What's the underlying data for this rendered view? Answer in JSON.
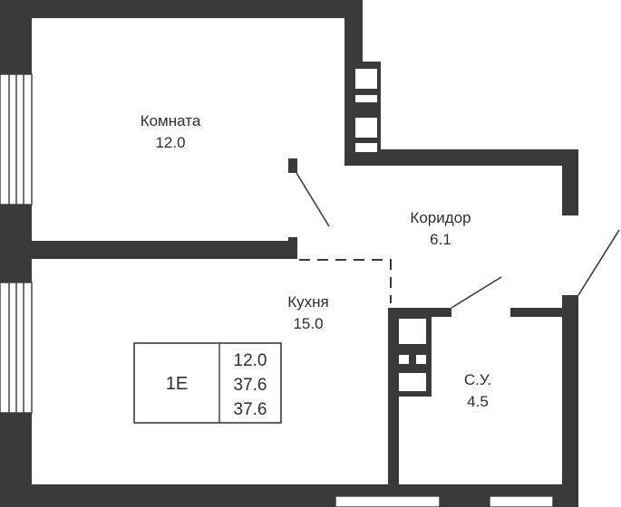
{
  "rooms": {
    "room": {
      "name": "Комната",
      "area": "12.0"
    },
    "corridor": {
      "name": "Коридор",
      "area": "6.1"
    },
    "kitchen": {
      "name": "Кухня",
      "area": "15.0"
    },
    "bathroom": {
      "name": "С.У.",
      "area": "4.5"
    }
  },
  "summary": {
    "code": "1E",
    "living_area": "12.0",
    "total_area": "37.6",
    "total_area_2": "37.6"
  },
  "colors": {
    "wall": "#3a3a3b",
    "background": "#ffffff"
  }
}
